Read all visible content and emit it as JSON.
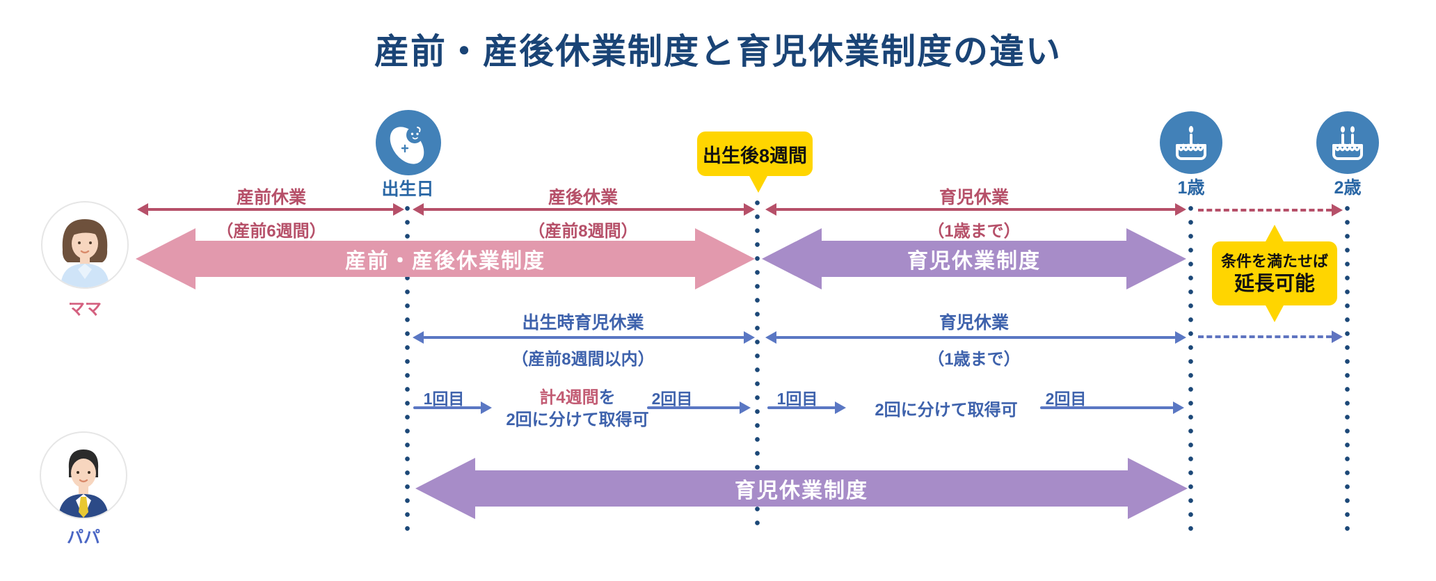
{
  "title": "産前・産後休業制度と育児休業制度の違い",
  "colors": {
    "title_navy": "#1a4476",
    "crimson": "#b65069",
    "pink_band": "#e299ad",
    "purple_band": "#a78cc8",
    "blue_text": "#3e62ac",
    "blue_arrow": "#5a77c3",
    "dot_navy": "#1c4878",
    "callout_yellow": "#ffd500",
    "icon_blue": "#4281b8",
    "icon_label_blue": "#2a67a5",
    "highlight_red": "#c25b73",
    "mama_pink": "#d4607f",
    "papa_blue": "#4a66c4"
  },
  "milestones": [
    {
      "id": "birth",
      "label": "出生日",
      "icon": "baby-icon"
    },
    {
      "id": "age1",
      "label": "1歳",
      "icon": "cake-one-candle-icon"
    },
    {
      "id": "age2",
      "label": "2歳",
      "icon": "cake-two-candles-icon"
    }
  ],
  "callouts": {
    "after_birth": "出生後8週間",
    "extension_line1": "条件を満たせば",
    "extension_line2": "延長可能"
  },
  "mother": {
    "label": "ママ",
    "spans": [
      {
        "label": "産前休業",
        "sub": "（産前6週間）"
      },
      {
        "label": "産後休業",
        "sub": "（産前8週間）"
      },
      {
        "label": "育児休業",
        "sub": "（1歳まで）"
      }
    ],
    "bands": [
      {
        "label": "産前・産後休業制度"
      },
      {
        "label": "育児休業制度"
      }
    ]
  },
  "father": {
    "label": "パパ",
    "spans": [
      {
        "label": "出生時育児休業",
        "sub": "（産前8週間以内）"
      },
      {
        "label": "育児休業",
        "sub": "（1歳まで）"
      }
    ],
    "splits": {
      "left": {
        "first": "1回目",
        "second": "2回目",
        "note_highlight": "計4週間",
        "note_rest": "を",
        "note_line2": "2回に分けて取得可"
      },
      "right": {
        "first": "1回目",
        "second": "2回目",
        "note": "2回に分けて取得可"
      }
    },
    "band": {
      "label": "育児休業制度"
    }
  }
}
